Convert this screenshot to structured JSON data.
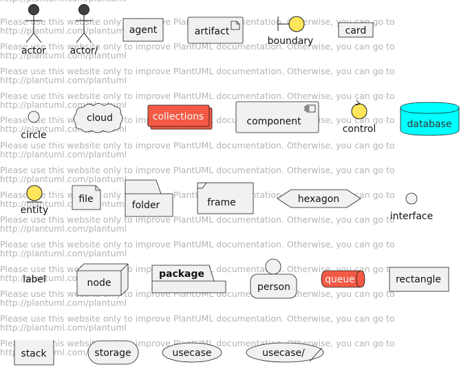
{
  "watermark": {
    "line1": "Please use this website only to improve PlantUML documentation. Otherwise, you can go to",
    "line2": "http://plantuml.com/plantuml"
  },
  "elements": {
    "actor": "actor",
    "actor_alt": "actor/",
    "agent": "agent",
    "artifact": "artifact",
    "boundary": "boundary",
    "card": "card",
    "circle": "circle",
    "cloud": "cloud",
    "collections": "collections",
    "component": "component",
    "control": "control",
    "database": "database",
    "entity": "entity",
    "file": "file",
    "folder": "folder",
    "frame": "frame",
    "hexagon": "hexagon",
    "interface": "interface",
    "label": "label",
    "node": "node",
    "package": "package",
    "person": "person",
    "queue": "queue",
    "rectangle": "rectangle",
    "stack": "stack",
    "storage": "storage",
    "usecase": "usecase",
    "usecase_alt": "usecase/"
  },
  "colors": {
    "element_fill": "#F1F1F1",
    "element_stroke": "#181818",
    "boundary_fill": "#FEE55B",
    "collections_fill": "#F25A45",
    "database_fill": "#00FFFF",
    "queue_fill": "#F25A45",
    "watermark_text": "#B3B3B3"
  }
}
